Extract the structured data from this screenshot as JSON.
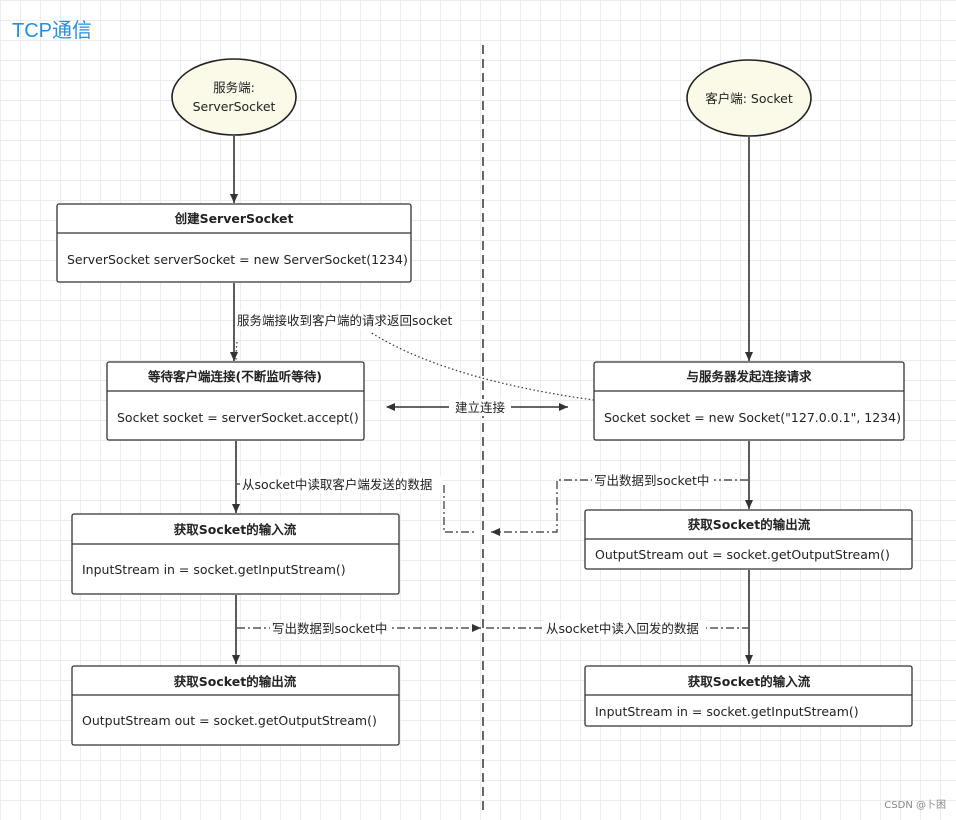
{
  "title": "TCP通信",
  "watermark": "CSDN @卜困",
  "server": {
    "ellipse_line1": "服务端:",
    "ellipse_line2": "ServerSocket",
    "box1": {
      "header": "创建ServerSocket",
      "body": "ServerSocket serverSocket = new ServerSocket(1234)"
    },
    "box2": {
      "header": "等待客户端连接(不断监听等待)",
      "body": "Socket socket = serverSocket.accept()"
    },
    "box3": {
      "header": "获取Socket的输入流",
      "body": "InputStream in = socket.getInputStream()"
    },
    "box4": {
      "header": "获取Socket的输出流",
      "body": "OutputStream out = socket.getOutputStream()"
    }
  },
  "client": {
    "ellipse_label": "客户端: Socket",
    "box1": {
      "header": "与服务器发起连接请求",
      "body": "Socket socket = new Socket(\"127.0.0.1\", 1234)"
    },
    "box2": {
      "header": "获取Socket的输出流",
      "body": "OutputStream out = socket.getOutputStream()"
    },
    "box3": {
      "header": "获取Socket的输入流",
      "body": "InputStream in = socket.getInputStream()"
    }
  },
  "edges": {
    "server_receive": "服务端接收到客户端的请求返回socket",
    "establish": "建立连接",
    "read_from_client": "从socket中读取客户端发送的数据",
    "client_write": "写出数据到socket中",
    "server_write": "写出数据到socket中",
    "client_read": "从socket中读入回发的数据"
  },
  "colors": {
    "title": "#1e90e6",
    "ellipse_fill": "#fbf9e8",
    "grid": "#ececec"
  }
}
